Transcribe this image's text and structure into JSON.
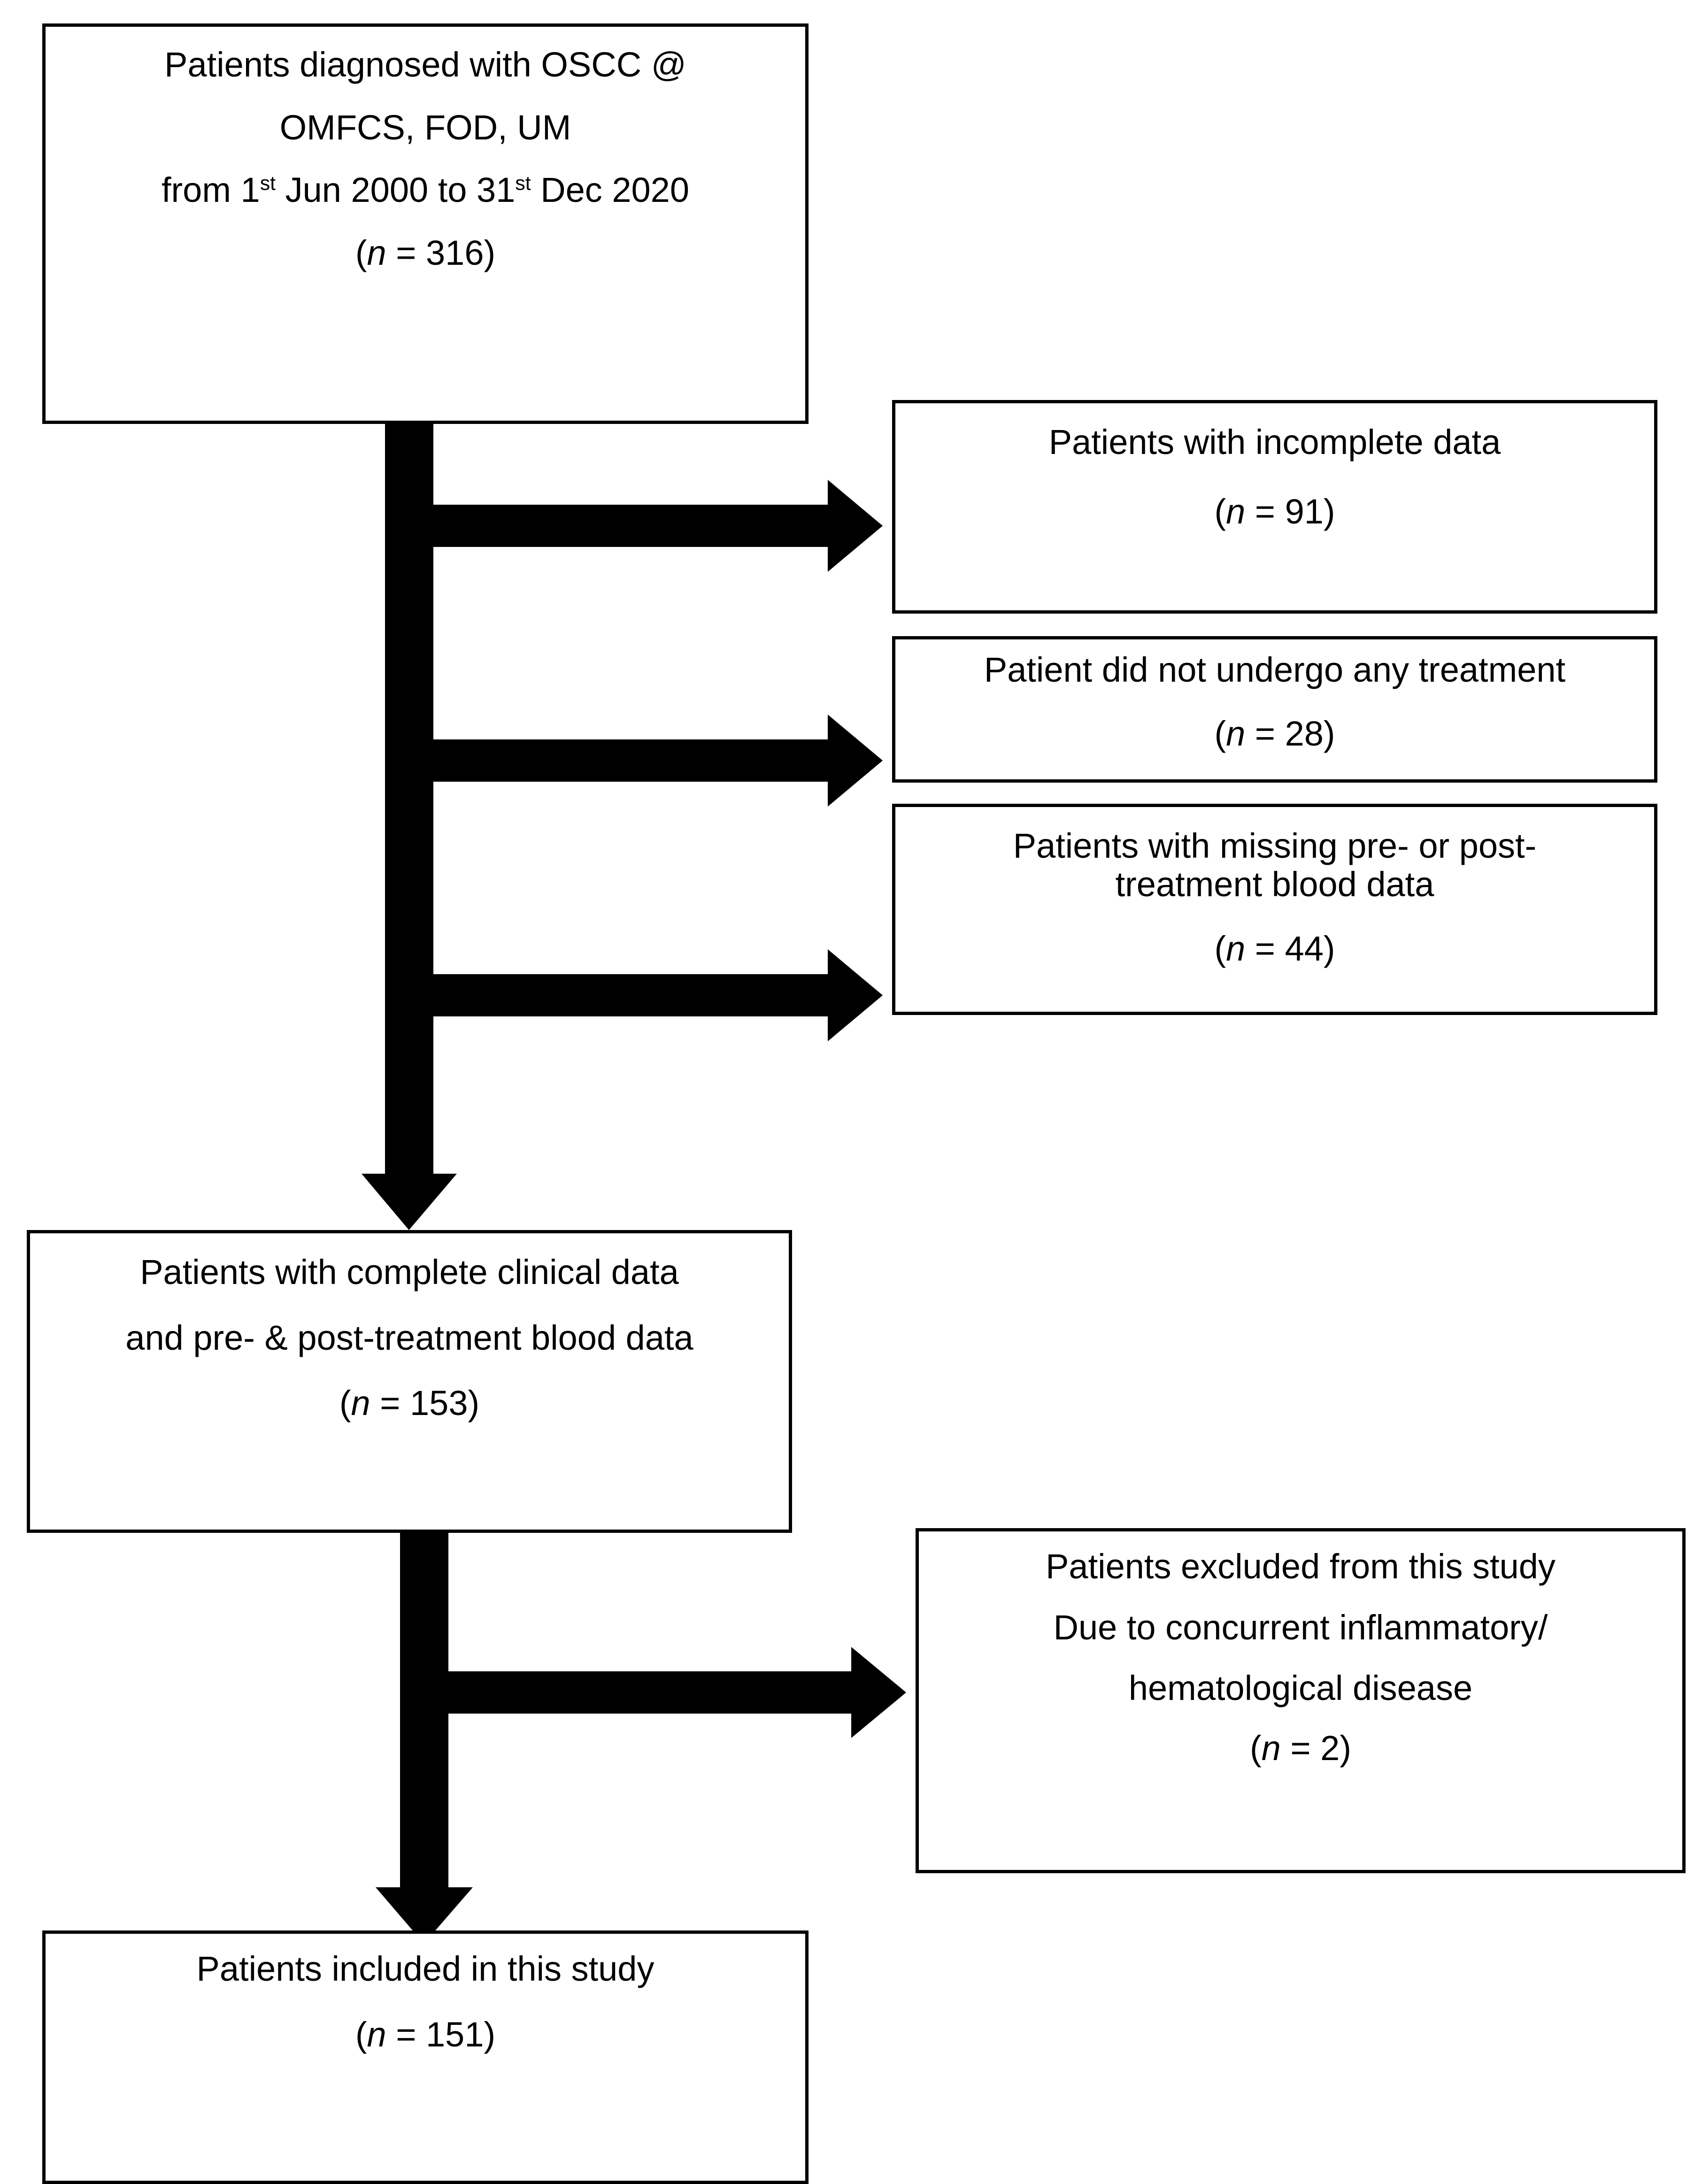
{
  "flowchart": {
    "title": "OSCC patient selection flow diagram",
    "ink_color": "#000000",
    "background_color": "#ffffff",
    "nodes": {
      "source_cohort": {
        "id": "source-cohort",
        "lines": [
          "Patients diagnosed with OSCC @",
          "OMFCS, FOD, UM",
          "from 1st Jun 2000 to 31st Dec 2020"
        ],
        "line1": "Patients diagnosed with OSCC @",
        "line2": "OMFCS, FOD, UM",
        "line3_a": "from 1",
        "line3_sup1": "st",
        "line3_b": " Jun 2000 to 31",
        "line3_sup2": "st",
        "line3_c": " Dec 2020",
        "count_open": "(",
        "count_n": "n",
        "count_eq": " = 316",
        "count_close": ")",
        "count_value": 316
      },
      "excluded_incomplete": {
        "id": "excluded-incomplete-data",
        "line1": "Patients with incomplete data",
        "count_open": "(",
        "count_n": "n",
        "count_eq": " = 91",
        "count_close": ")",
        "count_value": 91
      },
      "excluded_no_treatment": {
        "id": "excluded-no-treatment",
        "line1": "Patient did not undergo any treatment",
        "count_open": "(",
        "count_n": "n",
        "count_eq": " = 28",
        "count_close": ")",
        "count_value": 28
      },
      "excluded_missing_blood": {
        "id": "excluded-missing-blood-data",
        "line1": "Patients with missing pre- or post-",
        "line2": "treatment blood data",
        "count_open": "(",
        "count_n": "n",
        "count_eq": " = 44",
        "count_close": ")",
        "count_value": 44
      },
      "complete_data": {
        "id": "complete-clinical-data",
        "line1": "Patients with complete clinical data",
        "line2": "and pre- & post-treatment blood data",
        "count_open": "(",
        "count_n": "n",
        "count_eq": " = 153",
        "count_close": ")",
        "count_value": 153
      },
      "excluded_concurrent_disease": {
        "id": "excluded-concurrent-disease",
        "line1": "Patients excluded from this study",
        "line2": "Due to concurrent inflammatory/",
        "line3": "hematological disease",
        "count_open": "(",
        "count_n": "n",
        "count_eq": " = 2",
        "count_close": ")",
        "count_value": 2
      },
      "included": {
        "id": "patients-included",
        "line1": "Patients included in this study",
        "count_open": "(",
        "count_n": "n",
        "count_eq": " = 151",
        "count_close": ")",
        "count_value": 151
      }
    },
    "connectors": [
      {
        "name": "trunk-upper",
        "direction": "down",
        "from": "source_cohort",
        "to": "complete_data"
      },
      {
        "name": "branch-to-incomplete",
        "direction": "right",
        "from": "source_cohort",
        "to": "excluded_incomplete"
      },
      {
        "name": "branch-to-no-treatment",
        "direction": "right",
        "from": "source_cohort",
        "to": "excluded_no_treatment"
      },
      {
        "name": "branch-to-missing-blood",
        "direction": "right",
        "from": "source_cohort",
        "to": "excluded_missing_blood"
      },
      {
        "name": "trunk-lower",
        "direction": "down",
        "from": "complete_data",
        "to": "included"
      },
      {
        "name": "branch-to-concurrent-disease",
        "direction": "right",
        "from": "complete_data",
        "to": "excluded_concurrent_disease"
      }
    ]
  }
}
